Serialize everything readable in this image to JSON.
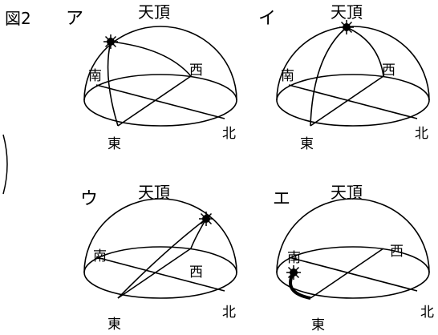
{
  "figure_label": "図2",
  "panels": [
    {
      "id": "a",
      "marker": "ア",
      "zenith": "天頂",
      "south": "南",
      "west": "西",
      "east": "東",
      "north": "北"
    },
    {
      "id": "i",
      "marker": "イ",
      "zenith": "天頂",
      "south": "南",
      "west": "西",
      "east": "東",
      "north": "北"
    },
    {
      "id": "u",
      "marker": "ウ",
      "zenith": "天頂",
      "south": "南",
      "west": "西",
      "east": "東",
      "north": "北"
    },
    {
      "id": "e",
      "marker": "エ",
      "zenith": "天頂",
      "south": "南",
      "west": "西",
      "east": "東",
      "north": "北"
    }
  ]
}
